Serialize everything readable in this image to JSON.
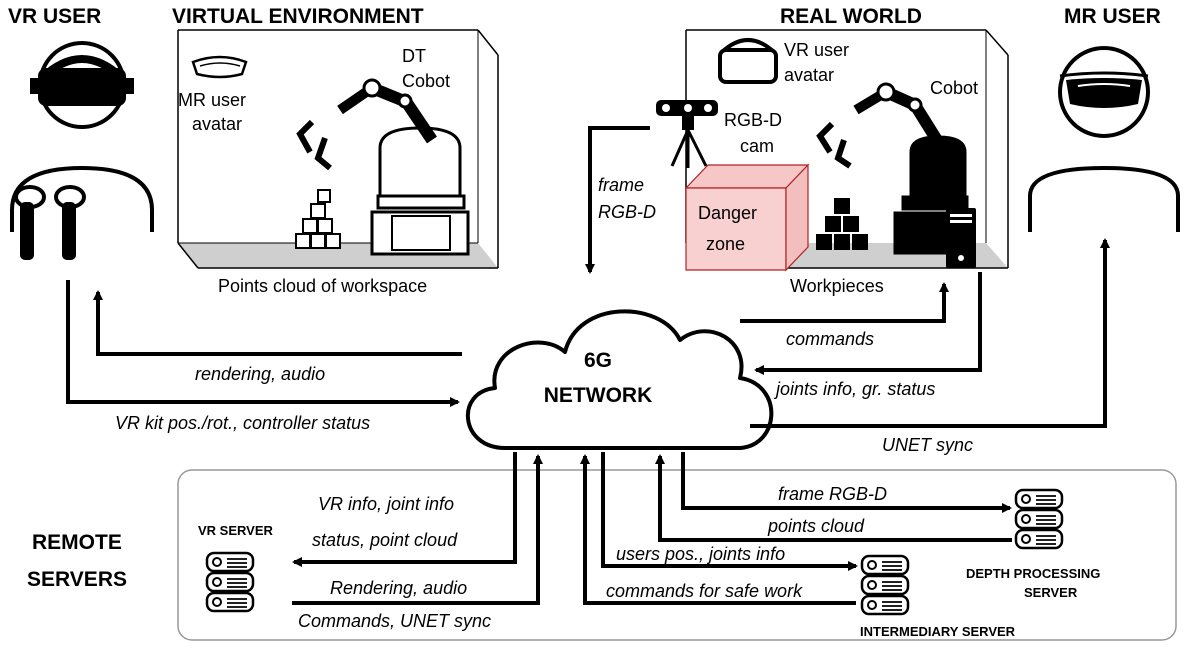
{
  "headings": {
    "vr_user": "VR USER",
    "virtual_environment": "VIRTUAL ENVIRONMENT",
    "real_world": "REAL WORLD",
    "mr_user": "MR USER",
    "remote_servers_line1": "REMOTE",
    "remote_servers_line2": "SERVERS"
  },
  "virtual_env": {
    "mr_avatar_line1": "MR user",
    "mr_avatar_line2": "avatar",
    "dt_line1": "DT",
    "dt_line2": "Cobot",
    "floor_caption": "Points cloud of workspace"
  },
  "real_world": {
    "vr_avatar_line1": "VR user",
    "vr_avatar_line2": "avatar",
    "cobot": "Cobot",
    "cam_line1": "RGB-D",
    "cam_line2": "cam",
    "danger_line1": "Danger",
    "danger_line2": "zone",
    "workpieces": "Workpieces"
  },
  "network": {
    "line1": "6G",
    "line2": "NETWORK"
  },
  "flows": {
    "frame_line1": "frame",
    "frame_line2": "RGB-D",
    "rendering_audio": "rendering, audio",
    "vr_kit": "VR kit pos./rot., controller status",
    "commands": "commands",
    "joints_info": "joints info, gr. status",
    "unet_sync": "UNET sync",
    "vr_info_line1": "VR info, joint info",
    "vr_info_line2": "status, point cloud",
    "render_audio_srv": "Rendering, audio",
    "commands_unet": "Commands, UNET sync",
    "frame_rgbd": "frame RGB-D",
    "points_cloud": "points cloud",
    "users_pos": "users pos., joints info",
    "commands_safe": "commands for safe work"
  },
  "servers": {
    "vr": "VR SERVER",
    "depth_line1": "DEPTH PROCESSING",
    "depth_line2": "SERVER",
    "intermediary": "INTERMEDIARY SERVER"
  }
}
